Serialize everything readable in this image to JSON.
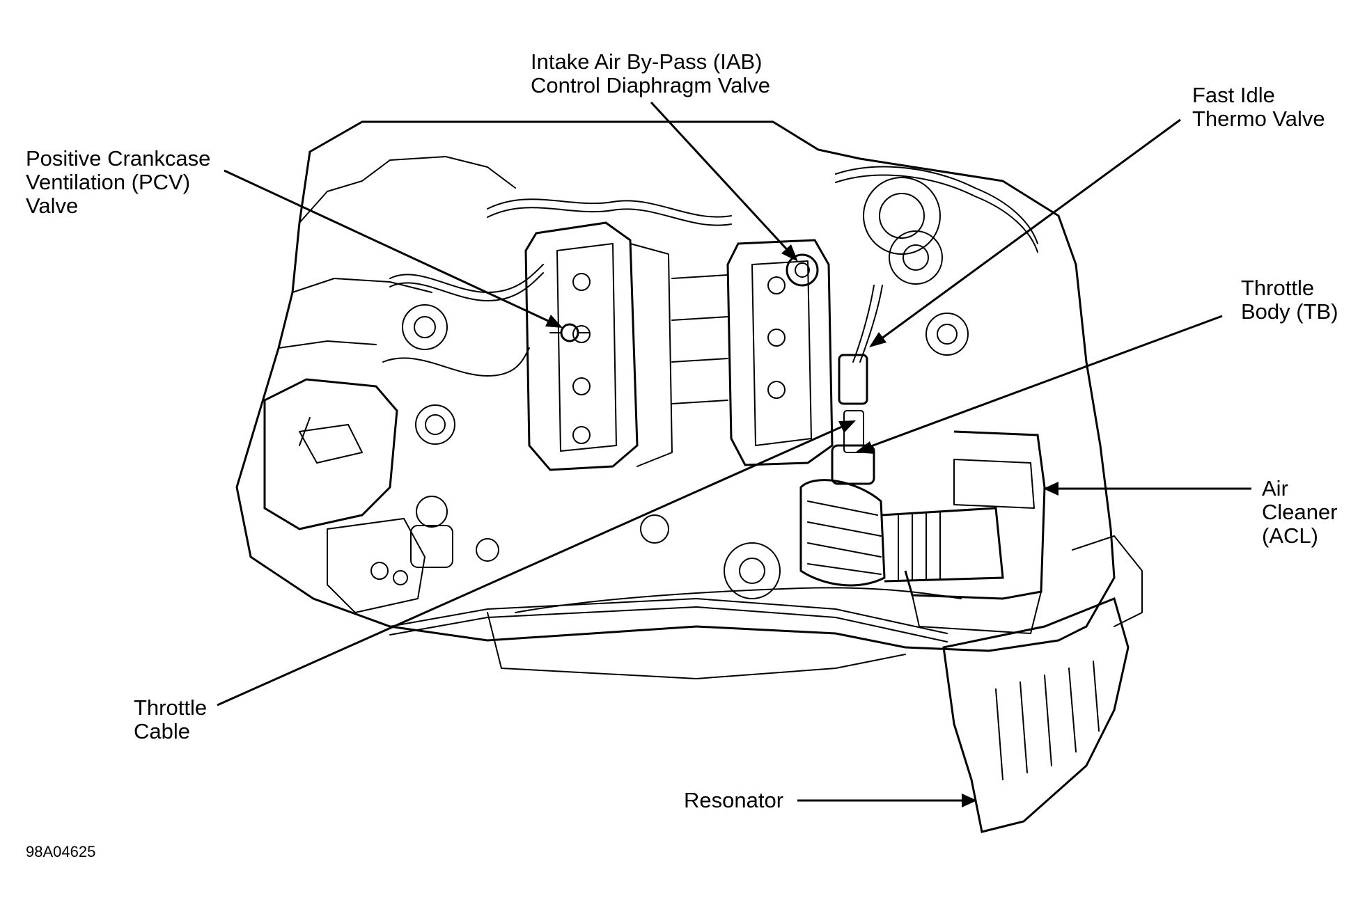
{
  "labels": {
    "iab": [
      "Intake Air By-Pass (IAB)",
      "Control Diaphragm Valve"
    ],
    "fast_idle": [
      "Fast Idle",
      "Thermo Valve"
    ],
    "pcv": [
      "Positive Crankcase",
      "Ventilation (PCV)",
      "Valve"
    ],
    "throttle_body": [
      "Throttle",
      "Body (TB)"
    ],
    "air_cleaner": [
      "Air",
      "Cleaner",
      "(ACL)"
    ],
    "throttle_cable": [
      "Throttle",
      "Cable"
    ],
    "resonator": [
      "Resonator"
    ]
  },
  "figure_id": "98A04625",
  "colors": {
    "line": "#000000",
    "background": "#ffffff"
  }
}
